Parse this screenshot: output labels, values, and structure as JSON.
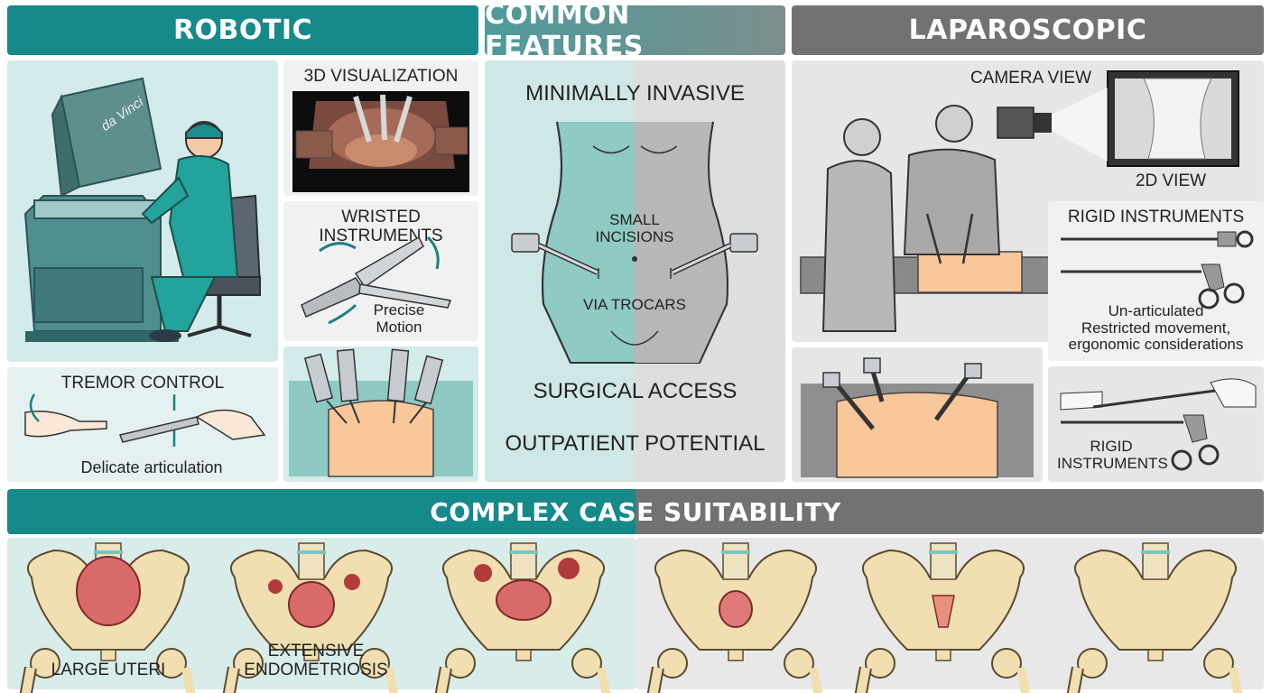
{
  "colors": {
    "teal": "#16898a",
    "teal_light": "#cfe7e6",
    "grey": "#727272",
    "grey_light": "#e2e2e2",
    "skin": "#f8c79a",
    "bone": "#f1dfb2"
  },
  "headers": {
    "robotic": "ROBOTIC",
    "common": "COMMON FEATURES",
    "laparoscopic": "LAPAROSCOPIC",
    "complex": "COMPLEX CASE SUITABILITY"
  },
  "robotic": {
    "console_brand": "da Vinci",
    "visualization": "3D VISUALIZATION",
    "wristed": "WRISTED INSTRUMENTS",
    "precise_line1": "Precise",
    "precise_line2": "Motion",
    "tremor": "TREMOR CONTROL",
    "delicate": "Delicate articulation"
  },
  "common": {
    "minimally": "MINIMALLY INVASIVE",
    "small_line1": "SMALL",
    "small_line2": "INCISIONS",
    "trocars": "VIA TROCARS",
    "access": "SURGICAL ACCESS",
    "outpatient": "OUTPATIENT POTENTIAL"
  },
  "laparoscopic": {
    "camera": "CAMERA VIEW",
    "view2d": "2D VIEW",
    "rigid": "RIGID INSTRUMENTS",
    "unart": "Un-articulated",
    "restricted": "Restricted movement,",
    "ergonomic": "ergonomic considerations",
    "rigid2_line1": "RIGID",
    "rigid2_line2": "INSTRUMENTS"
  },
  "complex": {
    "large_uteri": "LARGE UTERI",
    "endo_line1": "EXTENSIVE",
    "endo_line2": "ENDOMETRIOSIS"
  }
}
